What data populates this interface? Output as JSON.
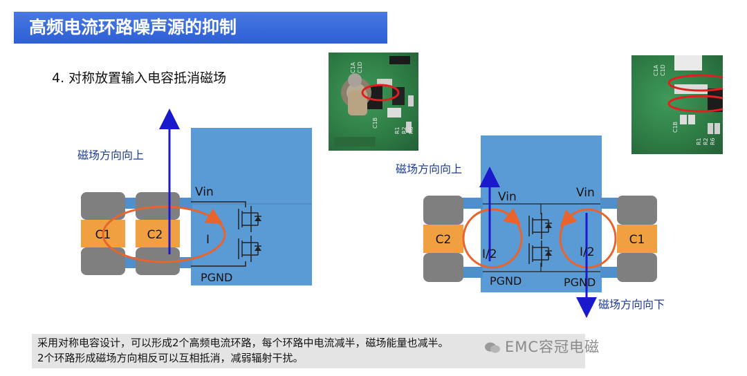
{
  "title": "高频电流环路噪声源的抑制",
  "subtitle": "4. 对称放置输入电容抵消磁场",
  "left_diagram": {
    "cap1": "C1",
    "cap2": "C2",
    "vin": "Vin",
    "current": "I",
    "pgnd": "PGND",
    "field_note": "磁场方向向上"
  },
  "right_diagram": {
    "cap_left": "C2",
    "cap_right": "C1",
    "vin_left": "Vin",
    "vin_right": "Vin",
    "current_left": "I/2",
    "current_right": "I/2",
    "pgnd_left": "PGND",
    "pgnd_right": "PGND",
    "field_up_note": "磁场方向向上",
    "field_down_note": "磁场方向向下"
  },
  "photo_left_labels": [
    "C1A",
    "C1D",
    "C1B",
    "R1",
    "R2",
    "R6"
  ],
  "photo_right_labels": [
    "C1A",
    "C1D",
    "C1B",
    "R1",
    "R2",
    "R6"
  ],
  "note": {
    "line1": "采用对称电容设计，可以形成2个高频电流环路，每个环路中电流减半，磁场能量也减半。",
    "line2": "2个环路形成磁场方向相反可以互相抵消，减弱辐射干扰。"
  },
  "watermark_text": "EMC容冠电磁",
  "colors": {
    "title_bg": "#2c5fd6",
    "chip_blue": "#5b9bd5",
    "cap_orange": "#f0a040",
    "cap_gray": "#7f7f7f",
    "loop_red": "#e8642c",
    "arrow_blue": "#1a1acc",
    "note_bg": "#e4e4e4"
  }
}
